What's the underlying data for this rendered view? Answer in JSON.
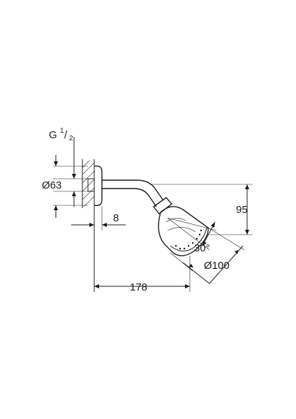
{
  "labels": {
    "thread_prefix": "G",
    "thread_num": "1",
    "thread_den": "2",
    "flange_diameter": "Ø63",
    "wall_gap": "8",
    "height": "95",
    "spray_angle": "30°",
    "head_diameter": "Ø100",
    "projection": "178"
  }
}
